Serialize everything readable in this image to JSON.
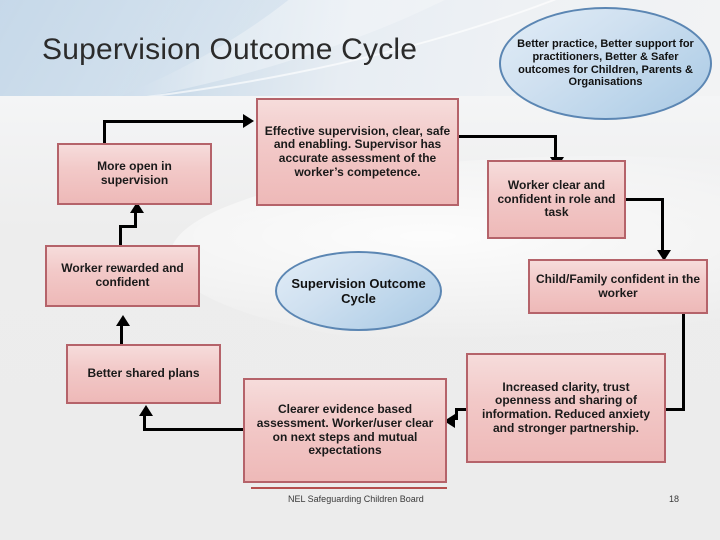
{
  "slide": {
    "title": "Supervision Outcome Cycle",
    "footer": {
      "organisation": "NEL Safeguarding Children Board",
      "page_number": "18"
    },
    "colors": {
      "box_border": "#b5636a",
      "box_fill_light": "#f6dcdb",
      "box_fill_dark": "#eeb9b8",
      "oval_border": "#5b86b3",
      "oval_fill_light": "#e2edf7",
      "oval_fill_dark": "#a9c8e3",
      "header_blue": "#7fa6cd",
      "connector": "#000000",
      "footer_rule": "#b5504f",
      "title_text": "#2b2b2b"
    }
  },
  "nodes": {
    "outcome_oval": "Better practice, Better support for practitioners, Better & Safer outcomes for Children, Parents & Organisations",
    "centre_oval": "Supervision Outcome Cycle",
    "effective_supervision": "Effective supervision, clear, safe and enabling. Supervisor has accurate assessment of the worker’s competence.",
    "more_open": "More open in supervision",
    "worker_rewarded": "Worker rewarded and confident",
    "better_shared_plans": "Better shared plans",
    "clearer_evidence": "Clearer evidence based assessment. Worker/user clear on next steps and mutual expectations",
    "worker_clear": "Worker clear and confident in role and task",
    "child_family": "Child/Family confident in the worker",
    "increased_clarity": "Increased clarity, trust openness and sharing of information. Reduced anxiety and stronger partnership."
  },
  "flow": {
    "sequence": [
      "Effective supervision, clear, safe and enabling. Supervisor has accurate assessment of the worker’s competence.",
      "Worker clear and confident in role and task",
      "Child/Family confident in the worker",
      "Increased clarity, trust openness and sharing of information. Reduced anxiety and stronger partnership.",
      "Clearer evidence based assessment. Worker/user clear on next steps and mutual expectations",
      "Better shared plans",
      "Worker rewarded and confident",
      "More open in supervision"
    ]
  }
}
